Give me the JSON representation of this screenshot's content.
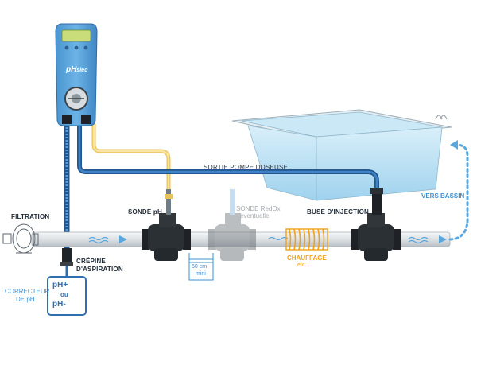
{
  "device": {
    "brand": "pH",
    "brand_suffix": "sleo"
  },
  "labels": {
    "filtration": "FILTRATION",
    "sortie_pompe": "SORTIE POMPE DOSEUSE",
    "sonde_ph": "SONDE pH",
    "sonde_redox_1": "SONDE RedOx",
    "sonde_redox_2": "éventuelle",
    "buse": "BUSE D'INJECTION",
    "vers_bassin": "VERS BASSIN",
    "crepine_1": "CRÉPINE",
    "crepine_2": "D'ASPIRATION",
    "correcteur_1": "CORRECTEUR",
    "correcteur_2": "DE pH",
    "distance_1": "60 cm",
    "distance_2": "mini",
    "chauffage": "CHAUFFAGE",
    "etc": "etc...",
    "tank_line1": "pH+",
    "tank_line2": "ou",
    "tank_line3": "pH-"
  },
  "colors": {
    "device_blue": "#5ba4dc",
    "suction_tube": "#2f6fb1",
    "dosing_tube": "#2c67a8",
    "sensor_cable": "#f5d67a",
    "pipe": "#dfe3e6",
    "pool_water": "#bfe2f4",
    "valve": "#2b3034",
    "heater": "#f0a21c"
  }
}
